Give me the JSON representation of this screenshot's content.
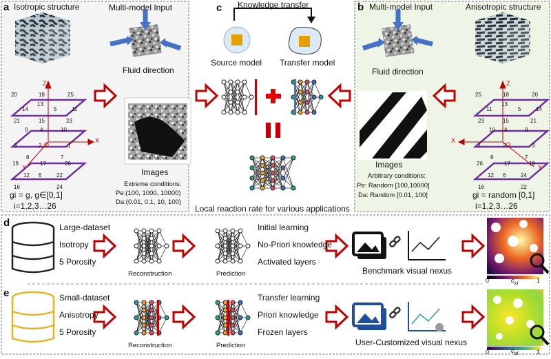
{
  "colors": {
    "panel_a_bg": "#f4f4f4",
    "panel_b_bg": "#eef4e6",
    "arrow_red": "#c00000",
    "purple_grid": "#7030a0",
    "blue_cube": "#4472c4",
    "orange_node": "#f5a623",
    "teal_node": "#2aa198",
    "yellow_db": "#e6b422",
    "magenta_map": "#b5179e"
  },
  "icons": [
    "cube-icon",
    "database-icon",
    "image-icon",
    "link-icon",
    "scatter-plot-icon",
    "magnifier-icon",
    "neural-network-icon",
    "red-arrow-icon"
  ],
  "panel_a": {
    "label": "a",
    "title": "Isotropic structure",
    "input_title": "Multi-model Input",
    "fluid": "Fluid direction",
    "images": "Images",
    "extreme": "Extreme conditions:",
    "pe": "Pe:(100, 1000, 10000)",
    "da": "Da:(0.01, 0.1, 10, 100)",
    "gi_rule": "gi = g, g∈[0,1]",
    "gi_index": "i=1,2,3…26",
    "grid_numbers": [
      "20",
      "18",
      "25",
      "14",
      "13",
      "5",
      "11",
      "21",
      "15",
      "23",
      "9",
      "4",
      "10",
      "3",
      "2",
      "1",
      "8",
      "7",
      "19",
      "17",
      "26",
      "12",
      "6",
      "22",
      "16",
      "24"
    ],
    "axes": {
      "z": "Z",
      "x": "X",
      "y": "Y",
      "origin": "O"
    }
  },
  "panel_b": {
    "label": "b",
    "title": "Anisotropic structure",
    "input_title": "Multi-model Input",
    "fluid": "Fluid direction",
    "images": "Images",
    "arbitrary": "Arbitrary conditions:",
    "pe": "Pe: Random [100,10000]",
    "da": "Da: Random [0.01, 100]",
    "gi_rule": "gi = random [0,1]",
    "gi_index": "i=1,2,3…26",
    "grid_numbers": [
      "25",
      "18",
      "20",
      "11",
      "13",
      "5",
      "14",
      "23",
      "15",
      "21",
      "10",
      "4",
      "9",
      "1",
      "2",
      "3",
      "8",
      "7",
      "26",
      "17",
      "19",
      "12",
      "6",
      "24",
      "16",
      "22"
    ],
    "axes": {
      "z": "Z",
      "x": "X",
      "y": "Y",
      "origin": "O"
    }
  },
  "panel_c": {
    "label": "c",
    "transfer": "Knowledge transfer",
    "source": "Source model",
    "target": "Transfer model",
    "caption": "Local reaction rate for various applications"
  },
  "panel_d": {
    "label": "d",
    "left": [
      "Large-dataset",
      "Isotropy",
      "5 Porosity"
    ],
    "recon": "Reconstruction",
    "pred": "Prediction",
    "right": [
      "Initial learning",
      "No-Priori knowledge",
      "Activated layers"
    ],
    "visual": "Benchmark visual nexus",
    "cbar_min": "0",
    "cbar_label": "c",
    "cbar_sub": "id",
    "cbar_max": "1"
  },
  "panel_e": {
    "label": "e",
    "left": [
      "Small-dataset",
      "Anisotropy",
      "5 Porosity"
    ],
    "recon": "Reconstruction",
    "pred": "Prediction",
    "right": [
      "Transfer learning",
      "Priori knowledge",
      "Frozen layers"
    ],
    "visual": "User-Customized visual nexus",
    "cbar_min": "0",
    "cbar_label": "c",
    "cbar_sub": "id",
    "cbar_max": "1"
  }
}
